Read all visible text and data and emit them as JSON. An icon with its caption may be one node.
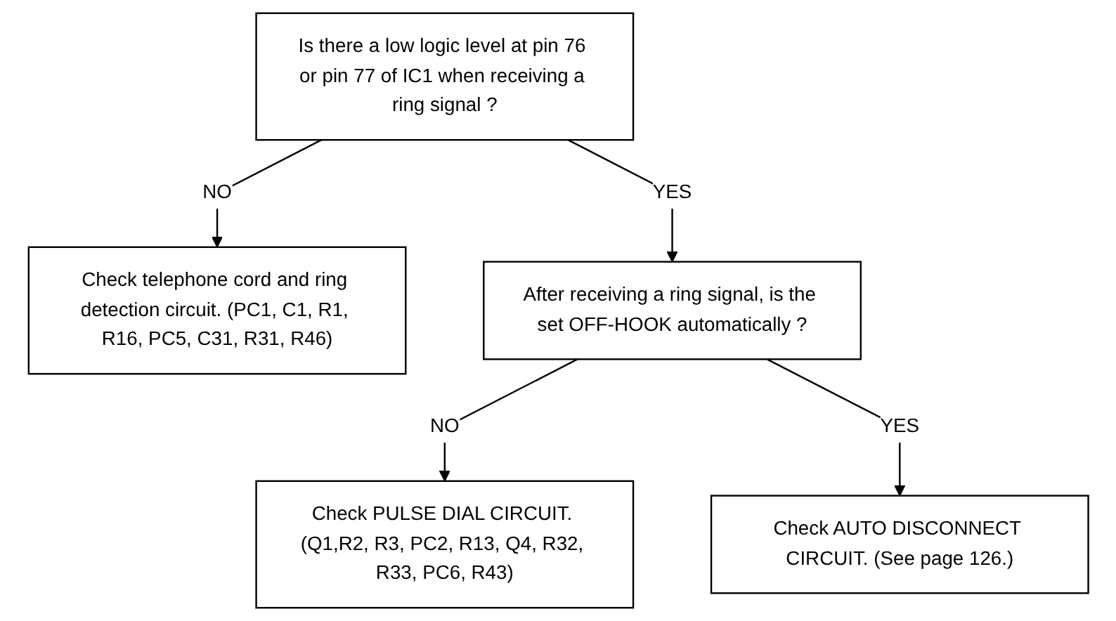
{
  "diagram": {
    "nodes": [
      {
        "text": [
          "Is there a low logic level at pin 76 or pin 77 of IC1 when receiving a ring signal ?"
        ]
      },
      {
        "text": [
          "Check telephone cord and ring detection circuit. (PC1, C1, R1, R16, PC5, C31, R31, R46)"
        ]
      },
      {
        "text": [
          "After receiving a ring signal, is the set OFF-HOOK automatically ?"
        ]
      },
      {
        "text": [
          "Check PULSE DIAL CIRCUIT. (Q1,R2, R3, PC2, R13, Q4, R32, R33, PC6, R43)"
        ]
      },
      {
        "text": [
          "Check AUTO DISCONNECT CIRCUIT. (See page 126.)"
        ]
      }
    ],
    "edges": [
      {
        "from": 0,
        "to": 1,
        "label": "NO",
        "arrow": "to"
      },
      {
        "from": 0,
        "to": 2,
        "label": "YES",
        "arrow": "to"
      },
      {
        "from": 2,
        "to": 3,
        "label": "NO",
        "arrow": "to"
      },
      {
        "from": 2,
        "to": 4,
        "label": "YES",
        "arrow": "to"
      }
    ]
  }
}
